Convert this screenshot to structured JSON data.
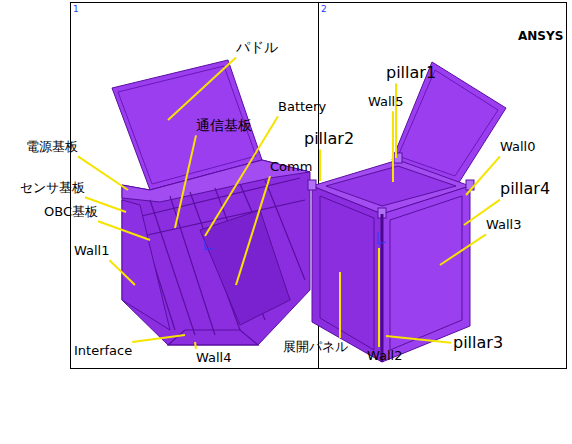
{
  "diagram": {
    "labels": [
      "1",
      "2",
      "ANSYS",
      "パドル",
      "通信基板",
      "Battery",
      "電源基板",
      "Comm",
      "センサ基板",
      "OBC基板",
      "Wall1",
      "Interface",
      "Wall4",
      "pillar1",
      "Wall5",
      "pillar2",
      "Wall0",
      "pillar4",
      "Wall3",
      "pillar3",
      "Wall2",
      "展開パネル"
    ]
  }
}
